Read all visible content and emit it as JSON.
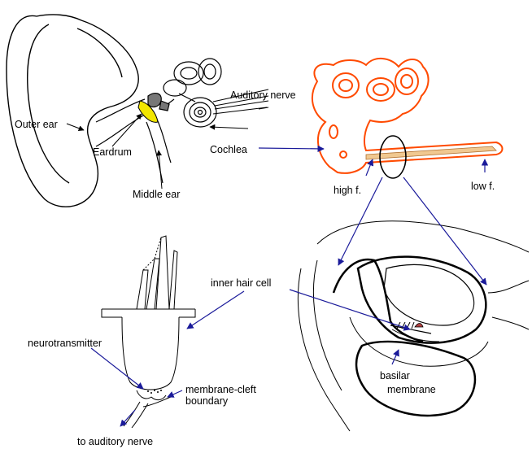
{
  "labels": {
    "outer_ear": "Outer ear",
    "eardrum": "Eardrum",
    "middle_ear": "Middle ear",
    "auditory_nerve": "Auditory nerve",
    "cochlea": "Cochlea",
    "high_f": "high f.",
    "low_f": "low f.",
    "inner_hair_cell": "inner hair cell",
    "neurotransmitter": "neurotransmitter",
    "membrane_cleft_1": "membrane-cleft",
    "membrane_cleft_2": "boundary",
    "basilar_1": "basilar",
    "basilar_2": "membrane",
    "to_auditory_nerve": "to auditory nerve"
  },
  "colors": {
    "cochlea_outline": "#ff4a00",
    "arrow": "#1a1a9a",
    "eardrum_fill": "#f2e600",
    "basilar_strip": "#f0c890"
  }
}
